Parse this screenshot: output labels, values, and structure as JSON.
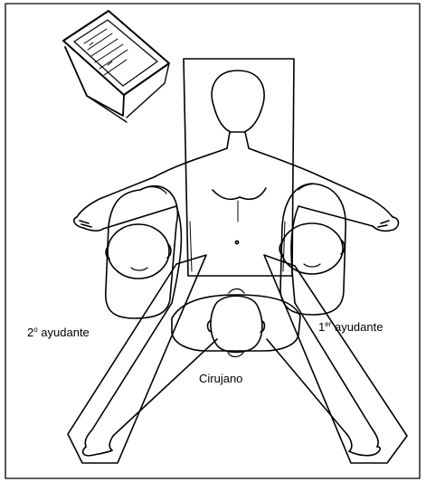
{
  "labels": {
    "second_assistant": {
      "num": "2",
      "sup": "o",
      "text": " ayudante"
    },
    "first_assistant": {
      "num": "1",
      "sup": "er",
      "text": " ayudante"
    },
    "surgeon": "Cirujano"
  },
  "colors": {
    "line": "#000000",
    "background": "#ffffff"
  },
  "icons": [
    "monitor-icon"
  ]
}
